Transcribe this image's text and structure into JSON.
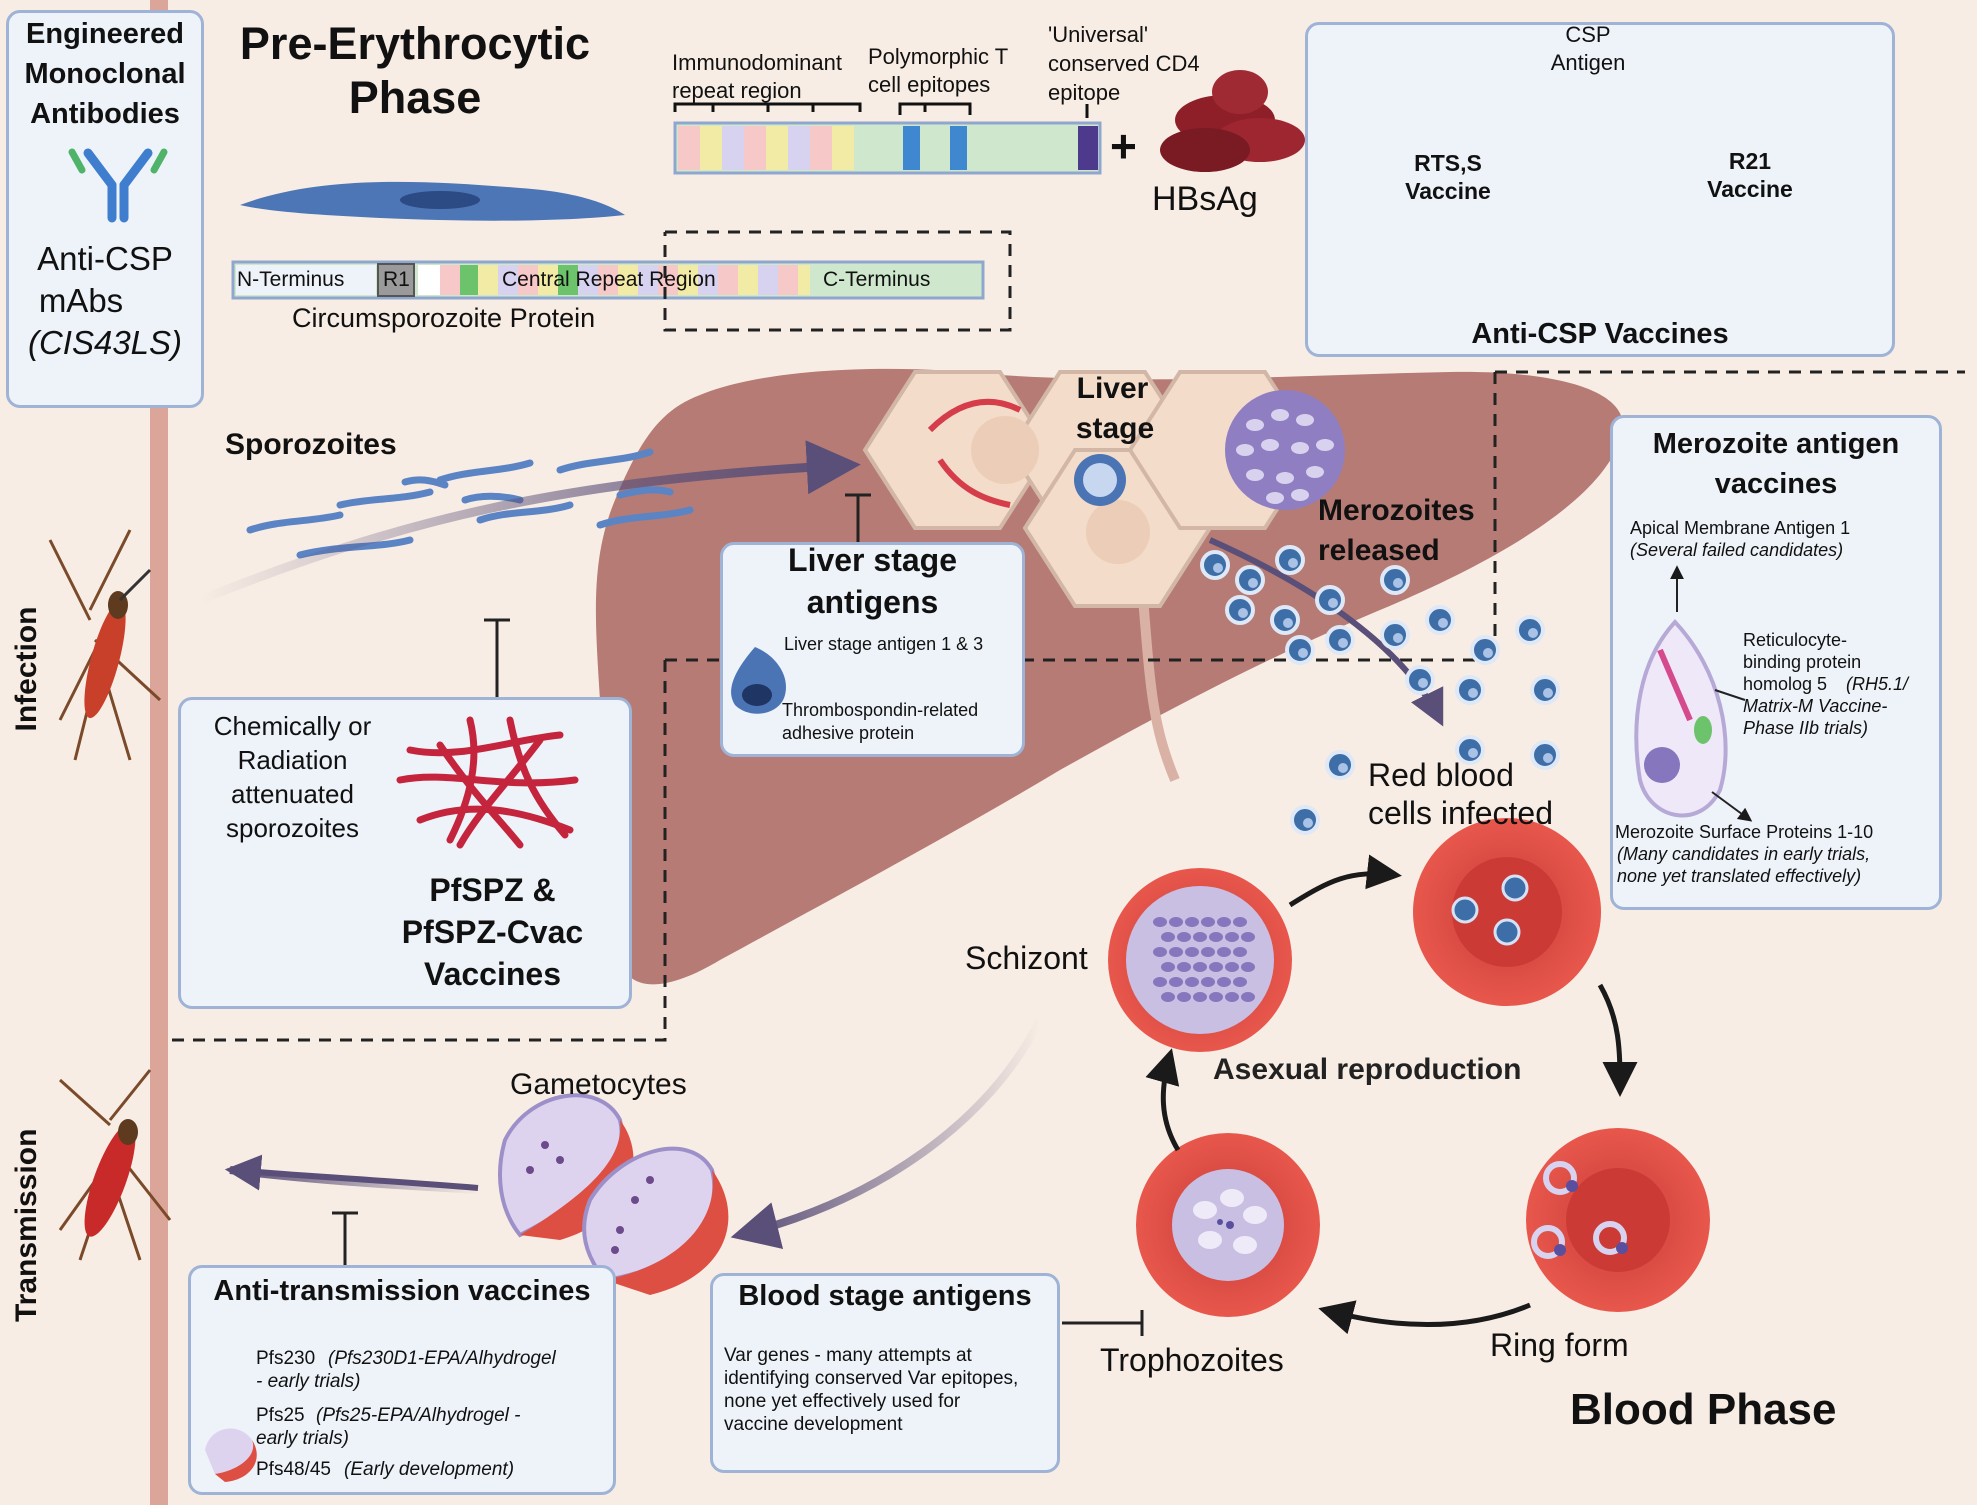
{
  "mab": {
    "title_l1": "Engineered",
    "title_l2": "Monoclonal",
    "title_l3": "Antibodies",
    "sub_l1": "Anti-CSP",
    "sub_l2": "mAbs",
    "sub_l3": "(CIS43LS)"
  },
  "pre_phase": {
    "title_l1": "Pre-Erythrocytic",
    "title_l2": "Phase"
  },
  "csp_construct": {
    "immunodominant_l1": "Immunodominant",
    "immunodominant_l2": "repeat region",
    "polymorphic_l1": "Polymorphic T",
    "polymorphic_l2": "cell epitopes",
    "universal_l1": "'Universal'",
    "universal_l2": "conserved CD4",
    "universal_l3": "epitope",
    "plus": "+",
    "hbsag": "HBsAg"
  },
  "csp_protein": {
    "n_terminus": "N-Terminus",
    "r1": "R1",
    "central": "Central Repeat Region",
    "c_terminus": "C-Terminus",
    "name": "Circumsporozoite Protein"
  },
  "anti_csp": {
    "antigen_l1": "CSP",
    "antigen_l2": "Antigen",
    "rts_l1": "RTS,S",
    "rts_l2": "Vaccine",
    "r21_l1": "R21",
    "r21_l2": "Vaccine",
    "title": "Anti-CSP Vaccines"
  },
  "labels": {
    "sporozoites": "Sporozoites",
    "liver_stage_l1": "Liver",
    "liver_stage_l2": "stage",
    "merozoites_l1": "Merozoites",
    "merozoites_l2": "released",
    "rbc_l1": "Red blood",
    "rbc_l2": "cells infected",
    "schizont": "Schizont",
    "asexual": "Asexual reproduction",
    "gametocytes": "Gametocytes",
    "trophozoites": "Trophozoites",
    "ring_form": "Ring form",
    "blood_phase": "Blood Phase",
    "infection": "Infection",
    "transmission": "Transmission"
  },
  "liver_antigens": {
    "title_l1": "Liver stage",
    "title_l2": "antigens",
    "item1": "Liver stage antigen 1 & 3",
    "item2_l1": "Thrombospondin-related",
    "item2_l2": "adhesive protein"
  },
  "pfspz": {
    "desc_l1": "Chemically or",
    "desc_l2": "Radiation",
    "desc_l3": "attenuated",
    "desc_l4": "sporozoites",
    "title_l1": "PfSPZ &",
    "title_l2": "PfSPZ-Cvac",
    "title_l3": "Vaccines"
  },
  "merozoite_vaccines": {
    "title_l1": "Merozoite antigen",
    "title_l2": "vaccines",
    "ama1": "Apical Membrane Antigen 1",
    "ama1_note": "(Several failed candidates)",
    "rh5_l1": "Reticulocyte-",
    "rh5_l2": "binding protein",
    "rh5_l3": "homolog 5",
    "rh5_l3_it": "(RH5.1/",
    "rh5_l4": "Matrix-M Vaccine-",
    "rh5_l5": "Phase IIb trials)",
    "msp": "Merozoite Surface Proteins 1-10",
    "msp_note_l1": "(Many candidates in early trials,",
    "msp_note_l2": "none yet translated effectively)"
  },
  "transmission_vaccines": {
    "title": "Anti-transmission vaccines",
    "pfs230": "Pfs230",
    "pfs230_note_l1": "(Pfs230D1-EPA/Alhydrogel",
    "pfs230_note_l2": "- early trials)",
    "pfs25": "Pfs25",
    "pfs25_note_l1": "(Pfs25-EPA/Alhydrogel -",
    "pfs25_note_l2": "early trials)",
    "pfs48": "Pfs48/45",
    "pfs48_note": "(Early development)"
  },
  "blood_antigens": {
    "title": "Blood stage antigens",
    "desc_l1": "Var genes - many attempts at",
    "desc_l2": "identifying conserved Var epitopes,",
    "desc_l3": "none yet effectively used for",
    "desc_l4": "vaccine development"
  },
  "colors": {
    "background": "#f8ede4",
    "panel": "#eef3fa",
    "panel_border": "#9fb3d6",
    "liver": "#b57b74",
    "rbc": "#d9433d",
    "parasite": "#9a8ec9",
    "sporozoite": "#5b84c4"
  }
}
